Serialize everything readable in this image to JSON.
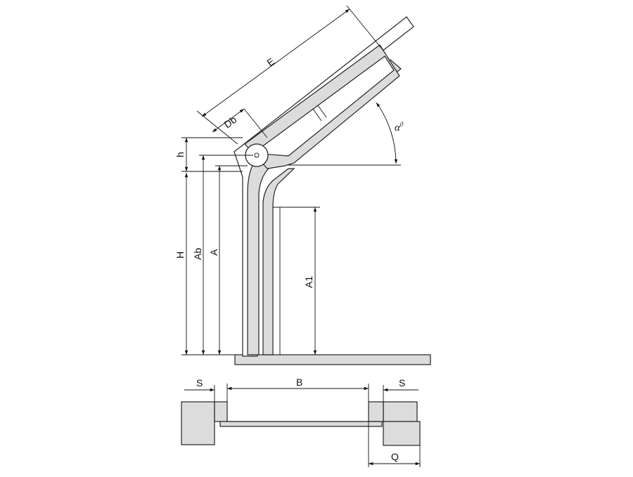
{
  "labels": {
    "E": "E",
    "Db": "Db",
    "alpha": "α",
    "alpha_sup": "0",
    "h": "h",
    "H": "H",
    "Ab": "Ab",
    "A": "A",
    "A1": "A1",
    "S_left": "S",
    "B": "B",
    "S_right": "S",
    "Q": "Q"
  },
  "colors": {
    "fill": "#dcdcdc",
    "line": "#222222"
  }
}
